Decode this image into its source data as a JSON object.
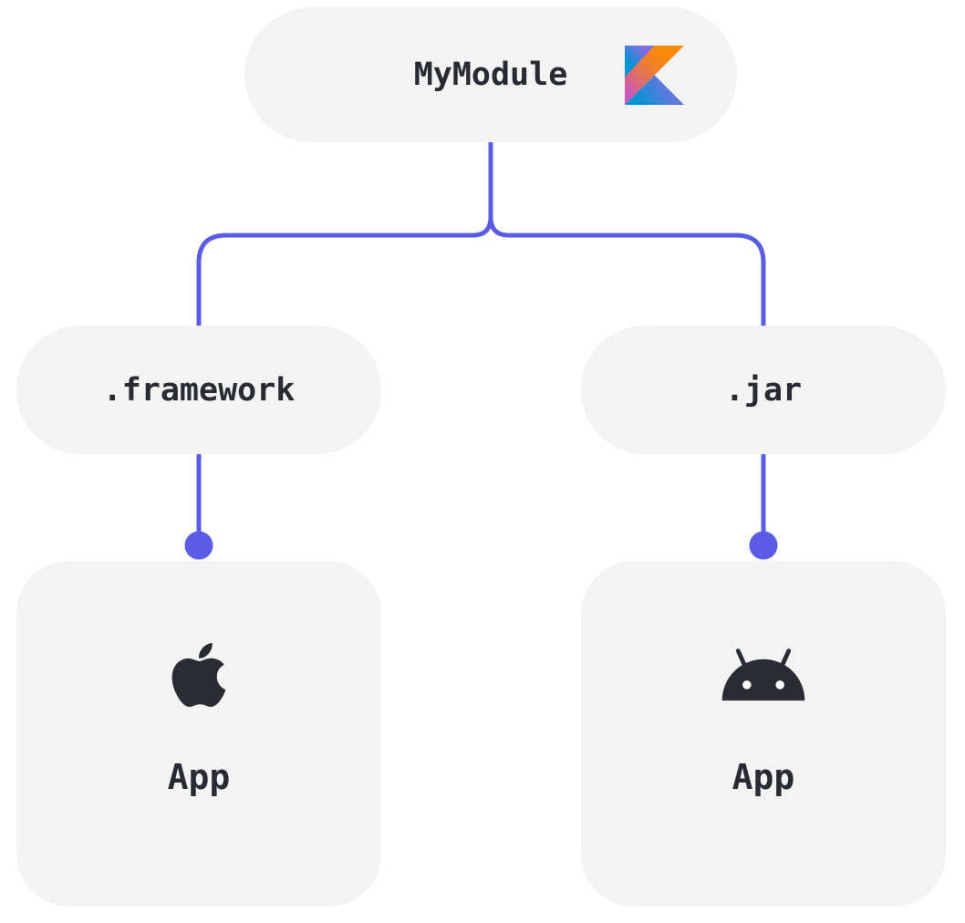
{
  "nodes": {
    "module": {
      "label": "MyModule",
      "icon": "kotlin-logo"
    },
    "framework": {
      "label": ".framework"
    },
    "jar": {
      "label": ".jar"
    },
    "ios_app": {
      "label": "App",
      "icon": "apple-logo"
    },
    "android_app": {
      "label": "App",
      "icon": "android-head-logo"
    }
  },
  "colors": {
    "background": "#ffffff",
    "node_fill": "#f3f3f4",
    "text": "#292b32",
    "icon": "#2a2c33",
    "connector": "#5a5ce6",
    "android_eye": "#ffffff",
    "kotlin_logo": {
      "blue": "#0095d5",
      "purple": "#806ee3",
      "magenta": "#c757bc",
      "orange": "#f88909"
    }
  }
}
